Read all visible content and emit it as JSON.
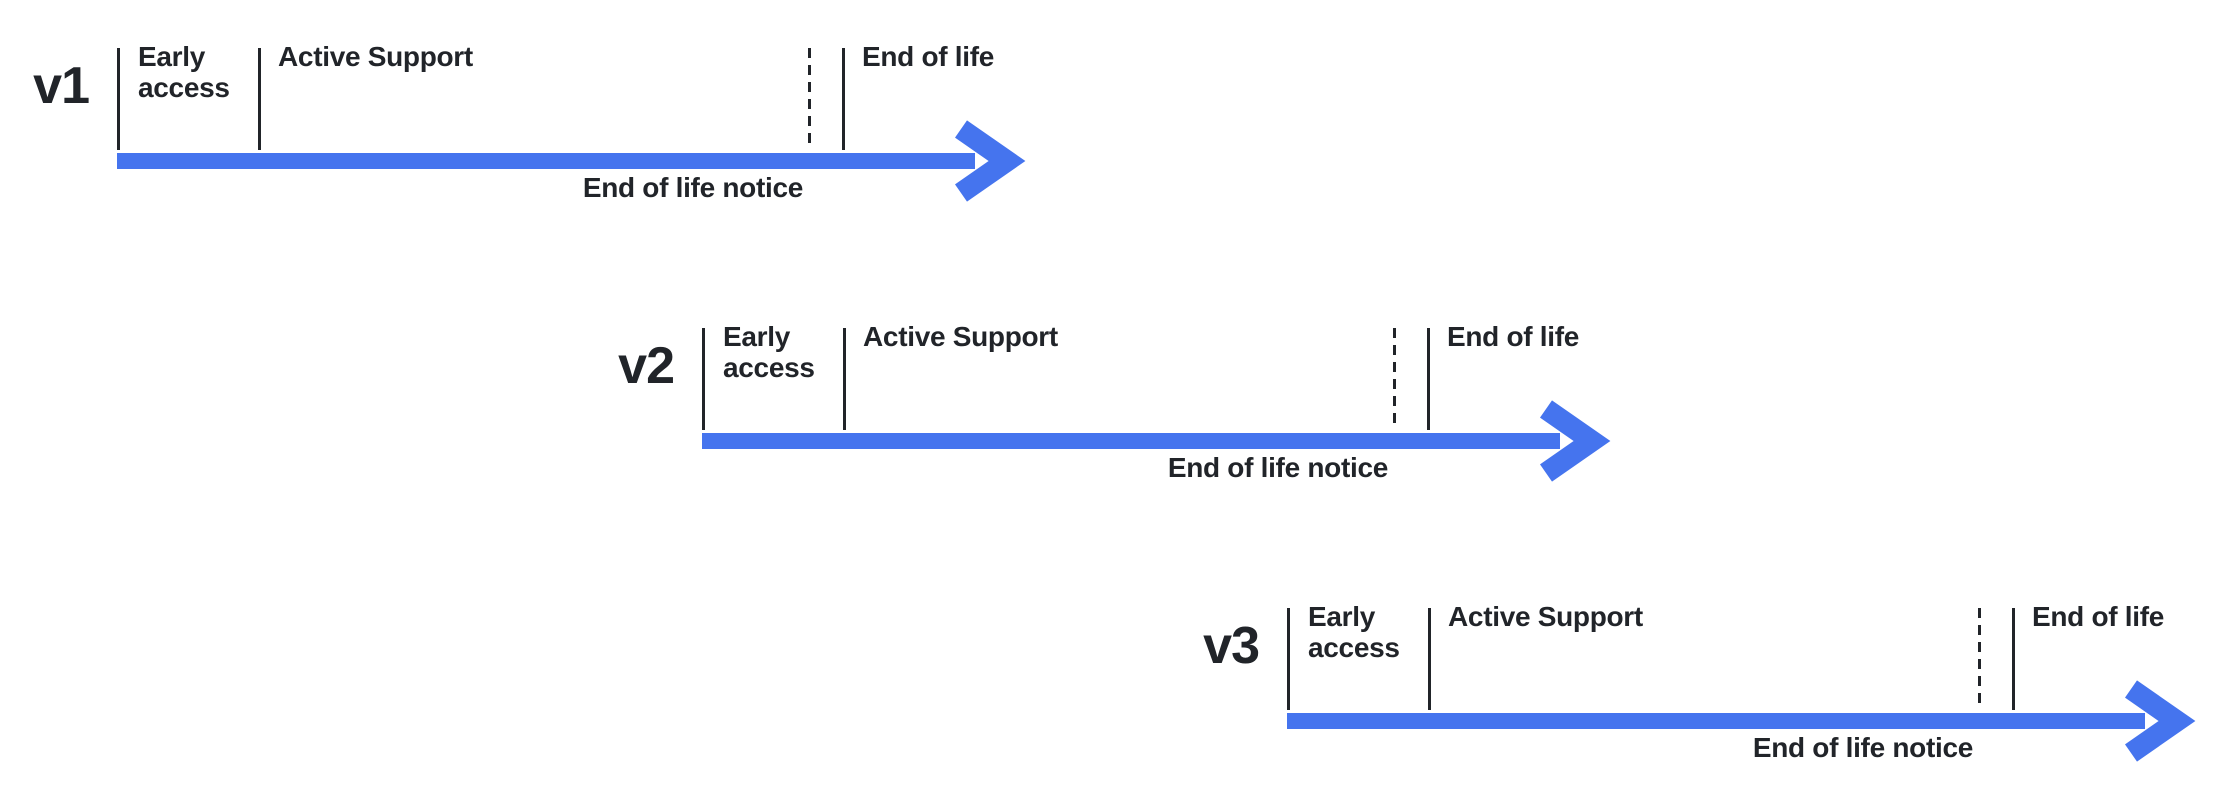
{
  "colors": {
    "accent": "#4574EE",
    "ink": "#212429",
    "bg": "#FFFFFF"
  },
  "timelines": [
    {
      "version": "v1",
      "early_access": "Early access",
      "active_support": "Active Support",
      "end_of_life": "End of life",
      "eol_notice": "End of life notice"
    },
    {
      "version": "v2",
      "early_access": "Early access",
      "active_support": "Active Support",
      "end_of_life": "End of life",
      "eol_notice": "End of life notice"
    },
    {
      "version": "v3",
      "early_access": "Early access",
      "active_support": "Active Support",
      "end_of_life": "End of life",
      "eol_notice": "End of life notice"
    }
  ]
}
